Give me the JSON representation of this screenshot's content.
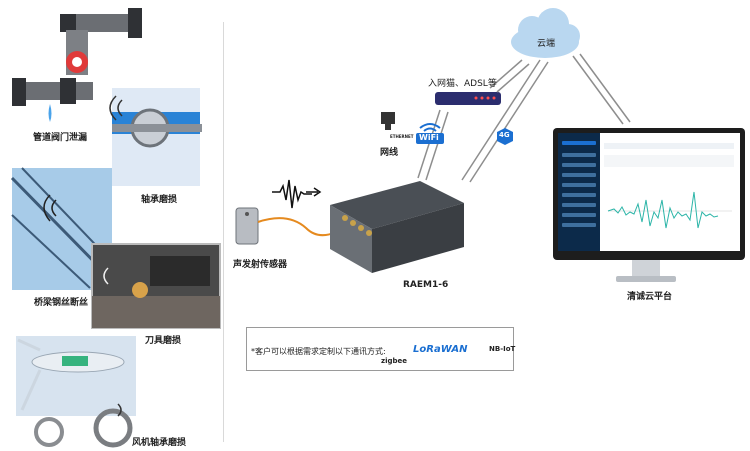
{
  "left_scenarios": {
    "pipe_leak": "管道阀门泄漏",
    "bearing_wear": "轴承磨损",
    "bridge_cable": "桥梁钢丝断丝",
    "tool_wear": "刀具磨损",
    "wind_turbine_bearing": "风机轴承磨损"
  },
  "sensor_label": "声发射传感器",
  "device_label": "RAEM1-6",
  "network": {
    "ethernet_label": "网线",
    "ethernet_icon_text": "ETHERNET",
    "wifi_text": "WiFi",
    "cellular_text": "4G",
    "router_label": "入网猫、ADSL等",
    "cloud_label": "云端"
  },
  "platform_label": "清诚云平台",
  "note": {
    "text": "*客户可以根据需求定制以下通讯方式:",
    "zigbee": "zigbee",
    "lorawan": "LoRaWAN",
    "nbiot": "NB-IoT"
  },
  "colors": {
    "accent_blue": "#1b6fd1",
    "wave_teal": "#2cb5a8",
    "cable_orange": "#e58a1f",
    "cloud_blue": "#b9d7f0",
    "sidebar_dark": "#0c2a4a"
  }
}
